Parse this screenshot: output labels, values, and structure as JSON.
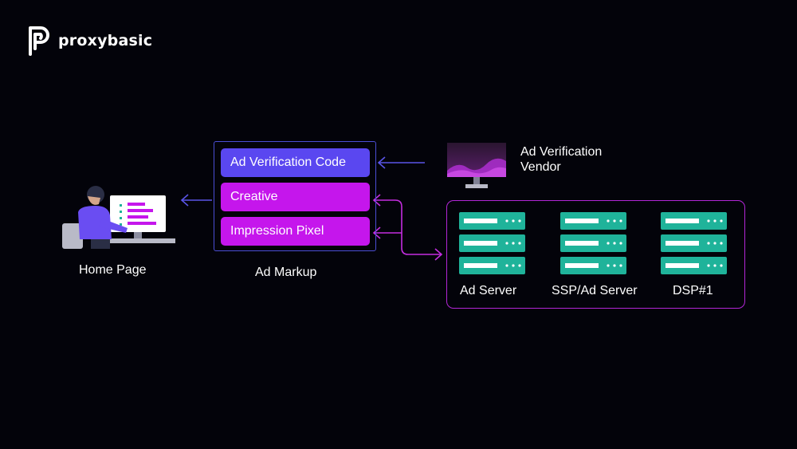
{
  "brand": {
    "name": "proxybasic"
  },
  "nodes": {
    "home_page": {
      "label": "Home Page"
    },
    "ad_markup": {
      "label": "Ad Markup",
      "items": [
        {
          "label": "Ad Verification Code"
        },
        {
          "label": "Creative"
        },
        {
          "label": "Impression Pixel"
        }
      ]
    },
    "vendor": {
      "label_line1": "Ad Verification",
      "label_line2": "Vendor"
    },
    "servers": [
      {
        "label": "Ad Server"
      },
      {
        "label": "SSP/Ad Server"
      },
      {
        "label": "DSP#1"
      }
    ]
  },
  "colors": {
    "background": "#03030a",
    "verification_pill": "#5a47f0",
    "creative_pill": "#c516ec",
    "markup_border": "#4b4ed4",
    "server_border": "#b126d6",
    "server_unit": "#1fb39a",
    "arrow_blue": "#5a55e8",
    "arrow_magenta": "#c42de0"
  }
}
